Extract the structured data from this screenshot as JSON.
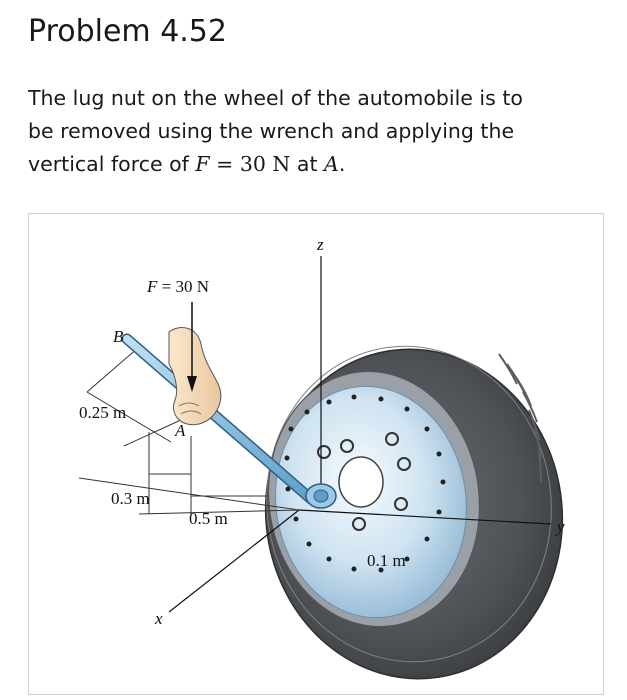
{
  "header": {
    "title": "Problem 4.52"
  },
  "statement": {
    "line1": "The lug nut on the wheel of the automobile is to",
    "line2": "be removed using the wrench and applying the",
    "line3_prefix": "vertical force of ",
    "force_symbol": "F",
    "force_eq": " = 30 N",
    "line3_mid": " at ",
    "point_symbol": "A",
    "line3_end": "."
  },
  "figure": {
    "force_label_symbol": "F",
    "force_label_value": " = 30 N",
    "point_b": "B",
    "point_a": "A",
    "dim_025": "0.25 m",
    "dim_03": "0.3 m",
    "dim_05": "0.5 m",
    "dim_01": "0.1 m",
    "axis_z": "z",
    "axis_y": "y",
    "axis_x": "x"
  }
}
